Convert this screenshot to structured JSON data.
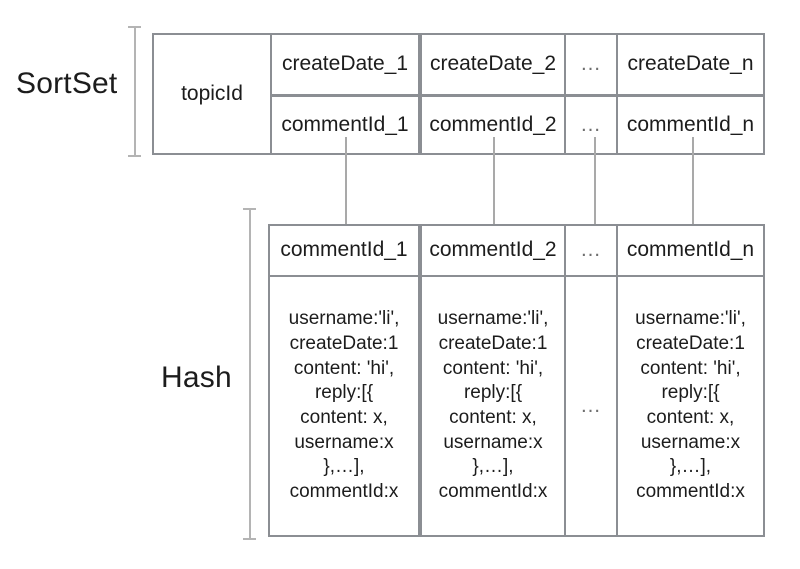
{
  "diagram": {
    "title_sortset": "SortSet",
    "title_hash": "Hash",
    "ellipsis": "…"
  },
  "sortset_table": {
    "key_cell": "topicId",
    "score_row": [
      "createDate_1",
      "createDate_2",
      "…",
      "createDate_n"
    ],
    "member_row": [
      "commentId_1",
      "commentId_2",
      "…",
      "commentId_n"
    ]
  },
  "hash_table": {
    "header_row": [
      "commentId_1",
      "commentId_2",
      "…",
      "commentId_n"
    ],
    "value_row": [
      "username:'li',\ncreateDate:1\ncontent: 'hi',\nreply:[{\ncontent: x,\nusername:x\n},…],\ncommentId:x",
      "username:'li',\ncreateDate:1\ncontent: 'hi',\nreply:[{\ncontent: x,\nusername:x\n},…],\ncommentId:x",
      "…",
      "username:'li',\ncreateDate:1\ncontent: 'hi',\nreply:[{\ncontent: x,\nusername:x\n},…],\ncommentId:x"
    ]
  },
  "colors": {
    "border": "#8b8e93",
    "bracket": "#b4b4b4",
    "arrow": "#a9a9a9",
    "text": "#1c1c1c",
    "background": "#ffffff"
  }
}
